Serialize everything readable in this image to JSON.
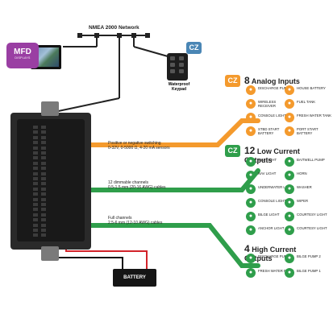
{
  "network": {
    "title": "NMEA 2000 Network"
  },
  "mfd": {
    "badge": "MFD",
    "sub": "DISPLAYS"
  },
  "keypad": {
    "badge": "CZ",
    "label": "Waterproof Keypad"
  },
  "wire_notes": {
    "analog": "Positive or negative switching\n0-32V, 0-5000 Ω, 4-20 mA sensors",
    "low": "12 dimmable channels\n0.5-1.5 mm (20-16 AWG) cables",
    "high": "Full channels\n2.5-6 mm (12-10 AWG) cables"
  },
  "colors": {
    "analog": "#f49a2d",
    "low": "#2f9e4b",
    "high": "#2f9e4b",
    "keypad_badge": "#4a86b5",
    "mfd_badge": "#9a3fa3"
  },
  "analog": {
    "count": "8",
    "label": "Analog Inputs",
    "badge": "CZ",
    "items": [
      {
        "icon": "discharge-pump-icon",
        "label": "DISCHARGE PUMP"
      },
      {
        "icon": "house-battery-icon",
        "label": "HOUSE BATTERY"
      },
      {
        "icon": "wireless-receiver-icon",
        "label": "WIRELESS RECEIVER"
      },
      {
        "icon": "fuel-tank-icon",
        "label": "FUEL TANK"
      },
      {
        "icon": "console-light-icon",
        "label": "CONSOLE LIGHT"
      },
      {
        "icon": "fresh-water-tank-icon",
        "label": "FRESH WATER TANK"
      },
      {
        "icon": "stbd-start-battery-icon",
        "label": "STBD START BATTERY"
      },
      {
        "icon": "port-start-battery-icon",
        "label": "PORT START BATTERY"
      }
    ]
  },
  "low_current": {
    "count": "12",
    "label": "Low Current Outputs",
    "badge": "CZ",
    "items": [
      {
        "icon": "map-light-icon",
        "label": "MAP LIGHT"
      },
      {
        "icon": "baitwell-pump-icon",
        "label": "BAITWELL PUMP"
      },
      {
        "icon": "nav-light-icon",
        "label": "NAV LIGHT"
      },
      {
        "icon": "horn-icon",
        "label": "HORN"
      },
      {
        "icon": "underwater-light-icon",
        "label": "UNDERWATER LIGHT"
      },
      {
        "icon": "washer-icon",
        "label": "WASHER"
      },
      {
        "icon": "console-light-icon",
        "label": "CONSOLE LIGHT"
      },
      {
        "icon": "wiper-icon",
        "label": "WIPER"
      },
      {
        "icon": "bilge-light-icon",
        "label": "BILGE LIGHT"
      },
      {
        "icon": "courtesy-light-icon",
        "label": "COURTESY LIGHT"
      },
      {
        "icon": "anchor-light-icon",
        "label": "ANCHOR LIGHT"
      },
      {
        "icon": "courtesy-light-icon",
        "label": "COURTESY LIGHT"
      }
    ]
  },
  "high_current": {
    "count": "4",
    "label": "High Current Outputs",
    "items": [
      {
        "icon": "discharge-pump-icon",
        "label": "DISCHARGE PUMP"
      },
      {
        "icon": "bilge-pump-icon",
        "label": "BILGE PUMP 2"
      },
      {
        "icon": "fresh-water-pump-icon",
        "label": "FRESH WATER PUMP"
      },
      {
        "icon": "bilge-pump-icon",
        "label": "BILGE PUMP 1"
      }
    ]
  },
  "battery": {
    "label": "BATTERY"
  }
}
